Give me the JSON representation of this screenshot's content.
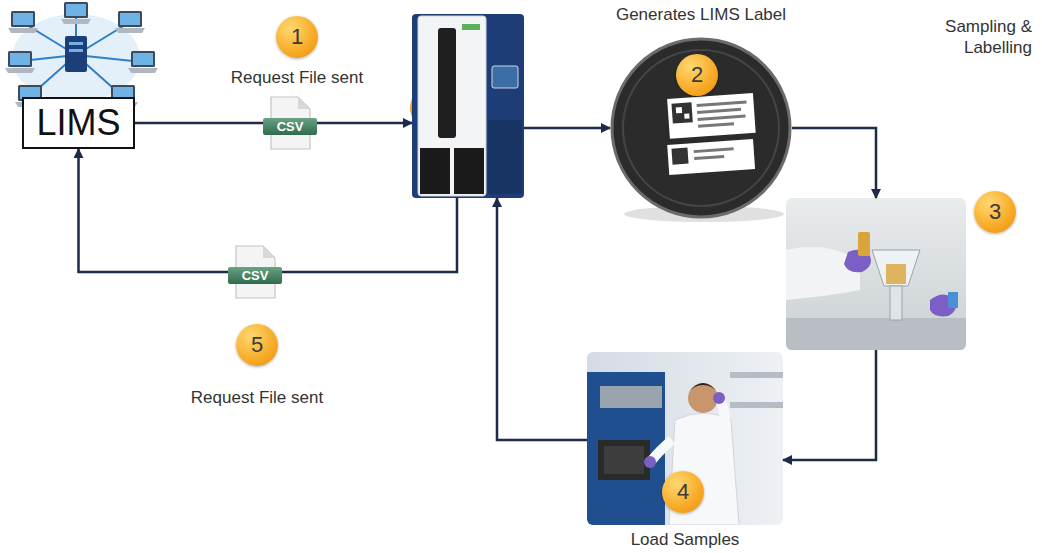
{
  "diagram": {
    "nodes": [
      {
        "text": [
          "LIMS"
        ]
      },
      {
        "text": []
      },
      {
        "text": [
          "Generates LIMS Label",
          "2"
        ]
      },
      {
        "text": [
          "Sampling & Labelling",
          "3"
        ]
      },
      {
        "text": [
          "Load Samples",
          "4"
        ]
      }
    ],
    "edges": [
      {
        "from": 0,
        "to": 1,
        "arrow": "to",
        "label": "CSV"
      },
      {
        "from": 1,
        "to": 0,
        "arrow": "to",
        "label": "CSV"
      },
      {
        "from": 1,
        "to": 2,
        "arrow": "to"
      },
      {
        "from": 2,
        "to": 3,
        "arrow": "to"
      },
      {
        "from": 3,
        "to": 4,
        "arrow": "to"
      },
      {
        "from": 4,
        "to": 1,
        "arrow": "to"
      }
    ],
    "labels": [
      "1",
      "Request File sent",
      "5",
      "Request File sent"
    ]
  }
}
